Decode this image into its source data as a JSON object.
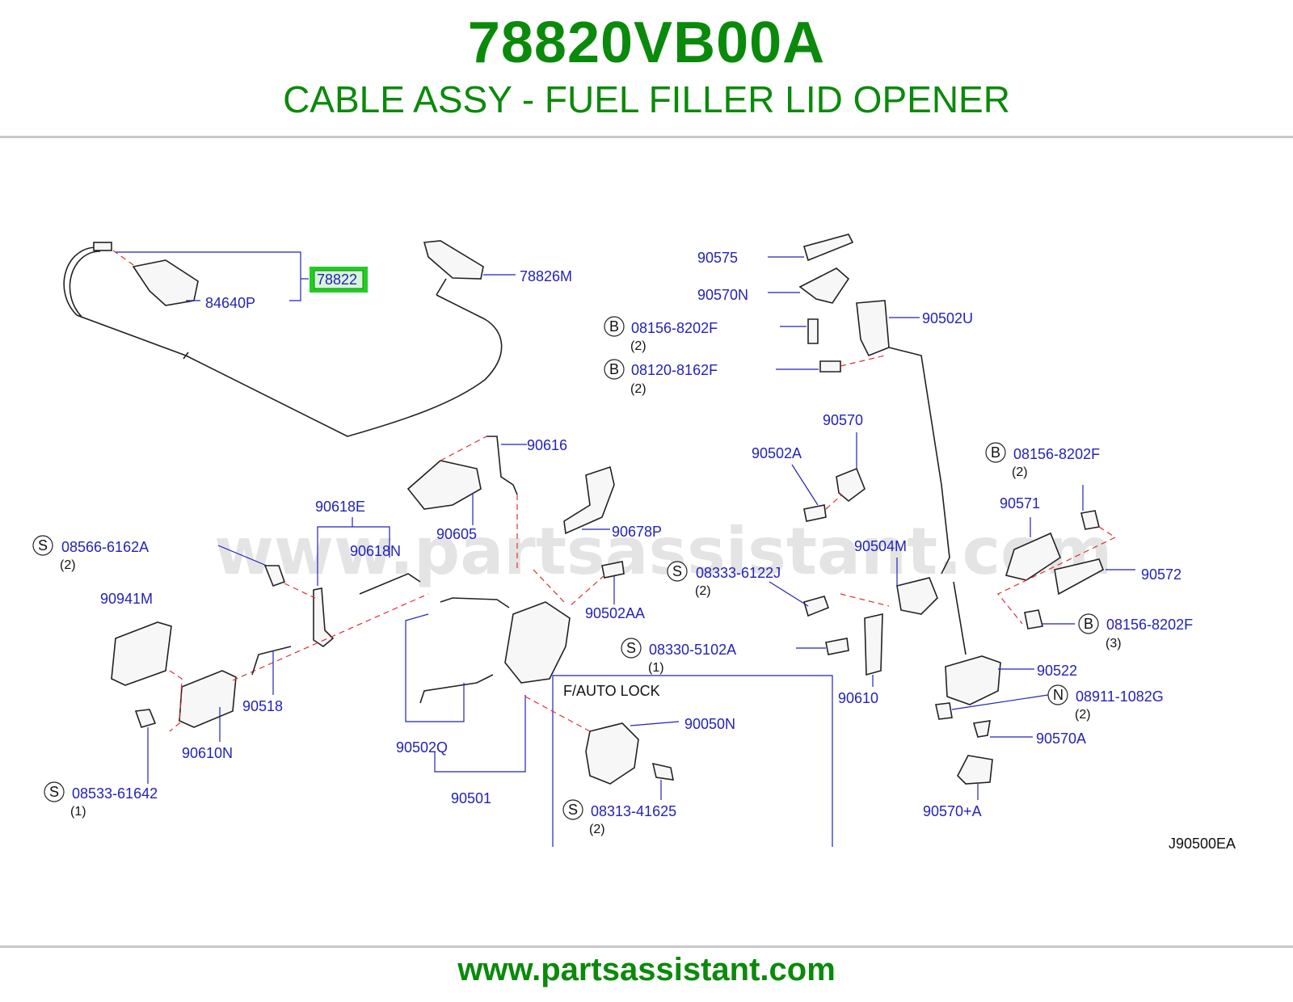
{
  "header": {
    "part_number": "78820VB00A",
    "description": "CABLE ASSY - FUEL FILLER LID OPENER"
  },
  "diagram": {
    "highlighted_callout": "78822",
    "callouts": [
      "84640P",
      "78826M",
      "90575",
      "90570N",
      "90502U",
      "08156-8202F",
      "08120-8162F",
      "90570",
      "90502A",
      "90616",
      "90605",
      "90678P",
      "90618E",
      "90618N",
      "08566-6162A",
      "90941M",
      "90502AA",
      "08333-6122J",
      "90504M",
      "90571",
      "90572",
      "08156-8202F",
      "90518",
      "90610N",
      "08533-61642",
      "08330-5102A",
      "90610",
      "90522",
      "08911-1082G",
      "90050N",
      "08313-41625",
      "90570A",
      "90570+A",
      "90502Q",
      "90501"
    ],
    "inset_title": "F/AUTO   LOCK",
    "diagram_code": "J90500EA",
    "watermark": "www.partsassistant.com"
  },
  "colors": {
    "brand_green": "#0a8a0a",
    "callout_blue": "#2222bb",
    "highlight": "#22cc22",
    "phantom_red": "#e03030"
  },
  "footer": {
    "url": "www.partsassistant.com"
  }
}
